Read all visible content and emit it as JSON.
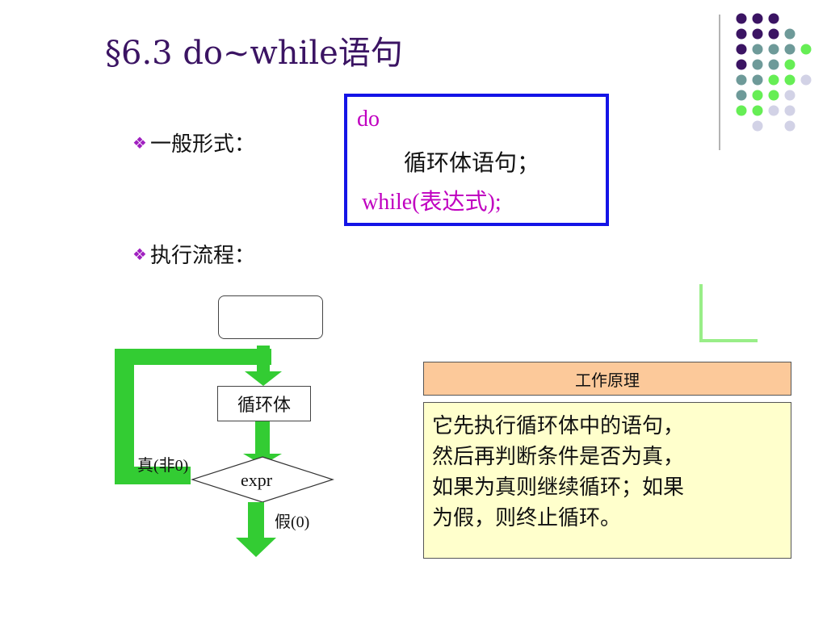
{
  "slide": {
    "title": "§6.3 do~while语句",
    "bullets": [
      {
        "icon": "diamond-bullet-icon",
        "text": "一般形式："
      },
      {
        "icon": "diamond-bullet-icon",
        "text": "执行流程："
      }
    ]
  },
  "code": {
    "do": "do",
    "body": "循环体语句；",
    "while": "while(表达式);"
  },
  "flowchart": {
    "loop_body": "循环体",
    "condition": "expr",
    "true_label": "真(非0)",
    "false_label": "假(0)"
  },
  "principle": {
    "header": "工作原理",
    "lines": [
      "它先执行循环体中的语句，",
      "然后再判断条件是否为真，",
      "如果为真则继续循环；如果",
      "为假，则终止循环。"
    ]
  },
  "colors": {
    "title": "#3b1463",
    "bullet": "#a020c0",
    "code_keyword": "#c000c0",
    "code_border": "#1414e6",
    "arrow_green": "#33cc33",
    "header_fill": "#fcc99a",
    "body_fill": "#ffffcc",
    "dot_purple": "#3b1463",
    "dot_teal": "#6e9a99",
    "dot_green": "#66ee55",
    "dot_lavender": "#d2d2e6"
  }
}
